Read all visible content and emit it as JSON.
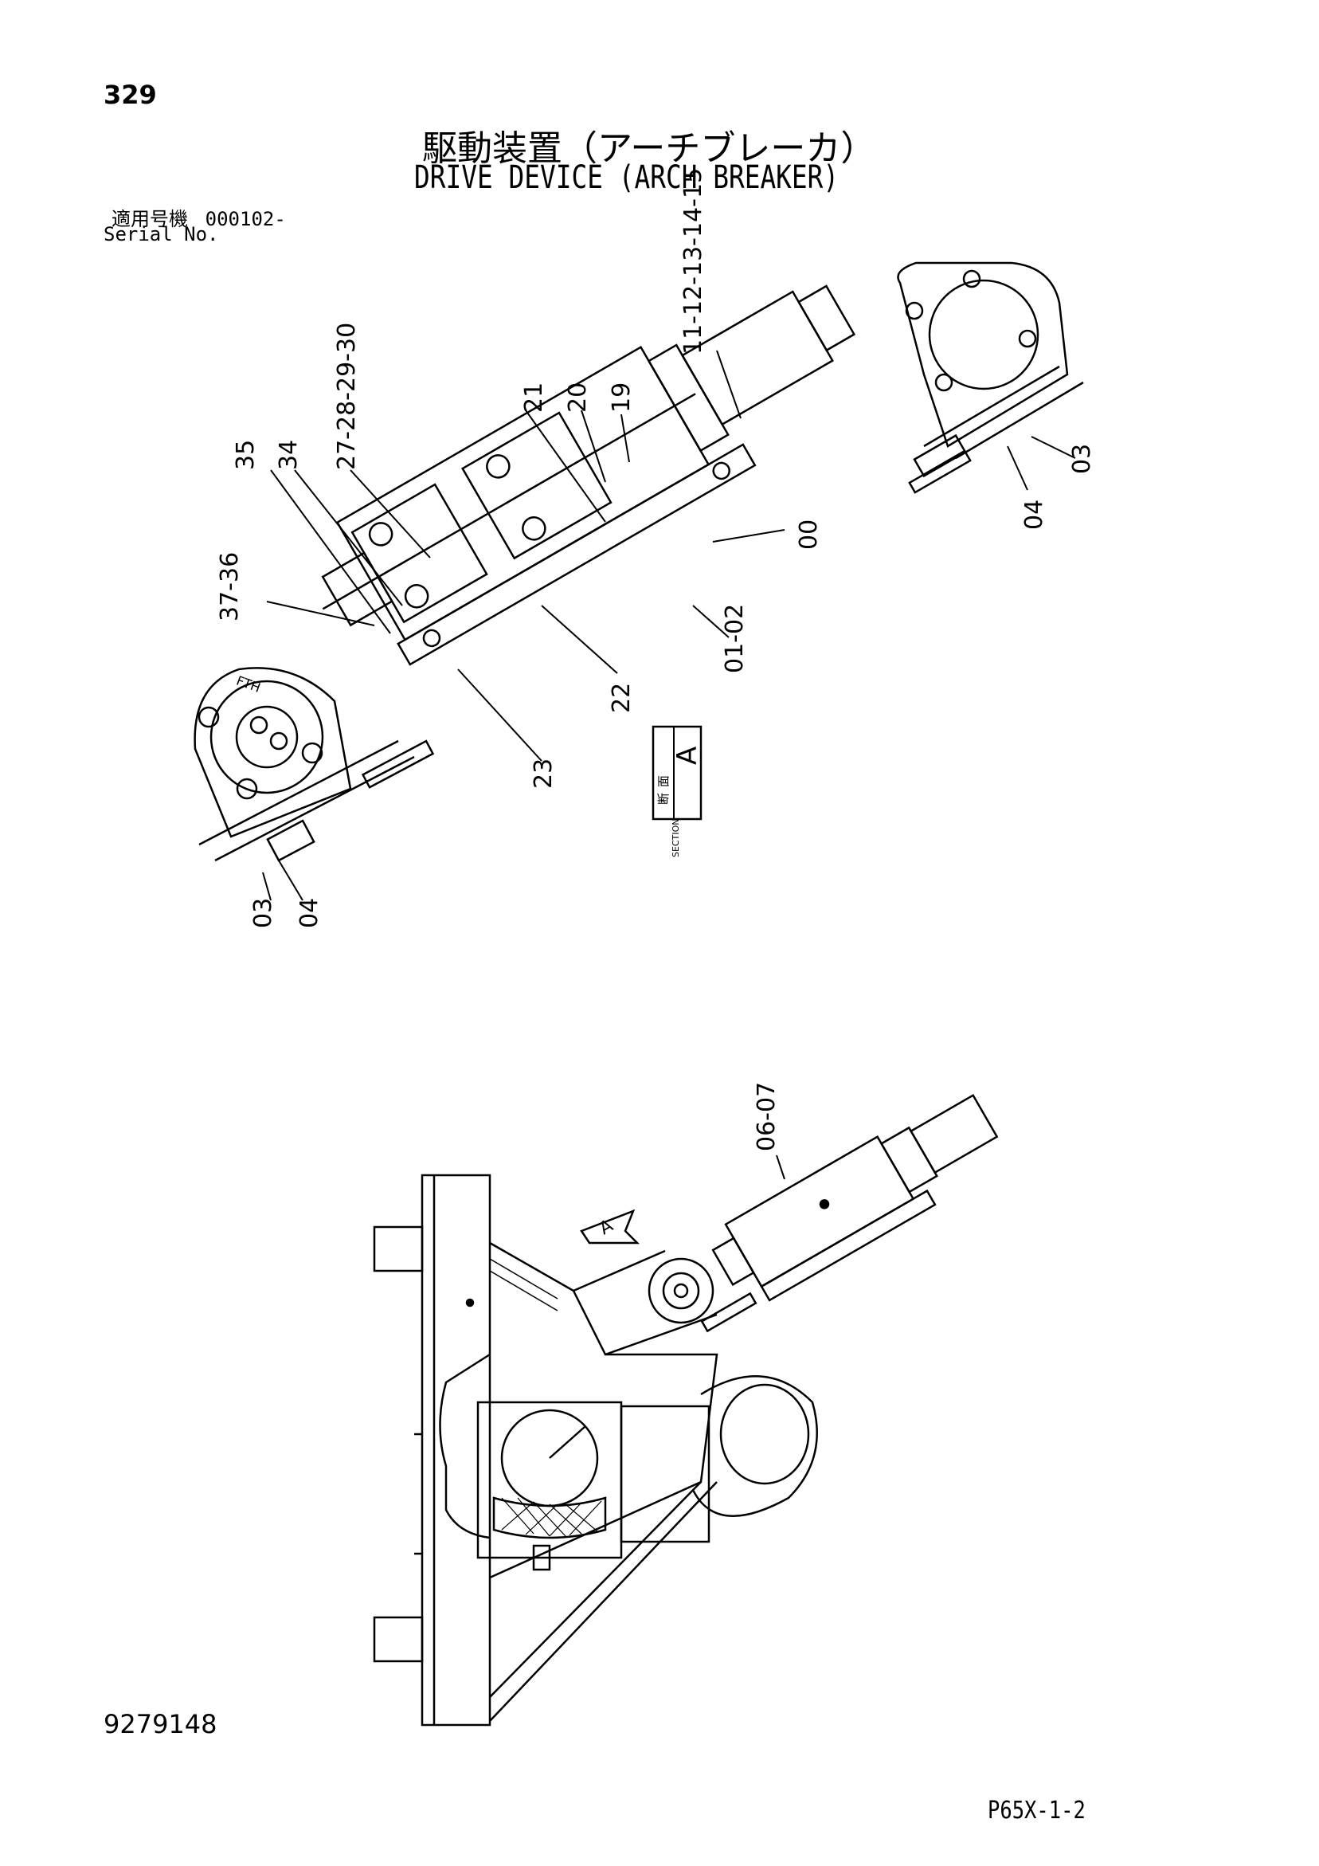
{
  "header": {
    "page_number": "329",
    "title_jp": "駆動装置（アーチブレーカ）",
    "title_en": "DRIVE DEVICE (ARCH BREAKER)",
    "serial_label_jp": "適用号機",
    "serial_value": "000102-",
    "serial_label_en": "Serial No."
  },
  "callouts": {
    "c11_15": "11-12-13-14-15",
    "c21": "21",
    "c20": "20",
    "c19": "19",
    "c35": "35",
    "c34": "34",
    "c27_30": "27-28-29-30",
    "c00": "00",
    "c37_36": "37-36",
    "c01_02": "01-02",
    "c22": "22",
    "c23": "23",
    "c03_top": "03",
    "c04_top": "04",
    "c03_left": "03",
    "c04_left": "04",
    "c06_07": "06-07"
  },
  "section_box": {
    "kanji_1": "断",
    "kanji_2": "面",
    "label": "SECTION",
    "letter": "A"
  },
  "view_marker": "A",
  "flange_text": "FTH",
  "footer": {
    "drawing_number": "9279148",
    "page_code": "P65X-1-2"
  }
}
